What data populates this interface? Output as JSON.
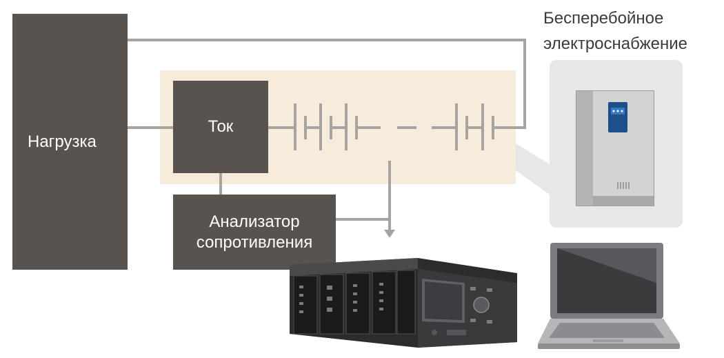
{
  "diagram": {
    "load_label": "Нагрузка",
    "current_label": "Ток",
    "analyzer_label_line1": "Анализатор",
    "analyzer_label_line2": "сопротивления",
    "ups_label_line1": "Бесперебойное",
    "ups_label_line2": "электроснабжение"
  },
  "colors": {
    "box_fill": "#58534f",
    "box_text": "#ffffff",
    "battery_zone": "#f7ecdc",
    "wire": "#a6a4a2",
    "ups_panel": "#e8e7e6",
    "title_text": "#3e3a38"
  },
  "icons": {
    "ups_cabinet": "ups-cabinet-icon",
    "data_logger": "data-logger-icon",
    "laptop": "laptop-icon"
  }
}
